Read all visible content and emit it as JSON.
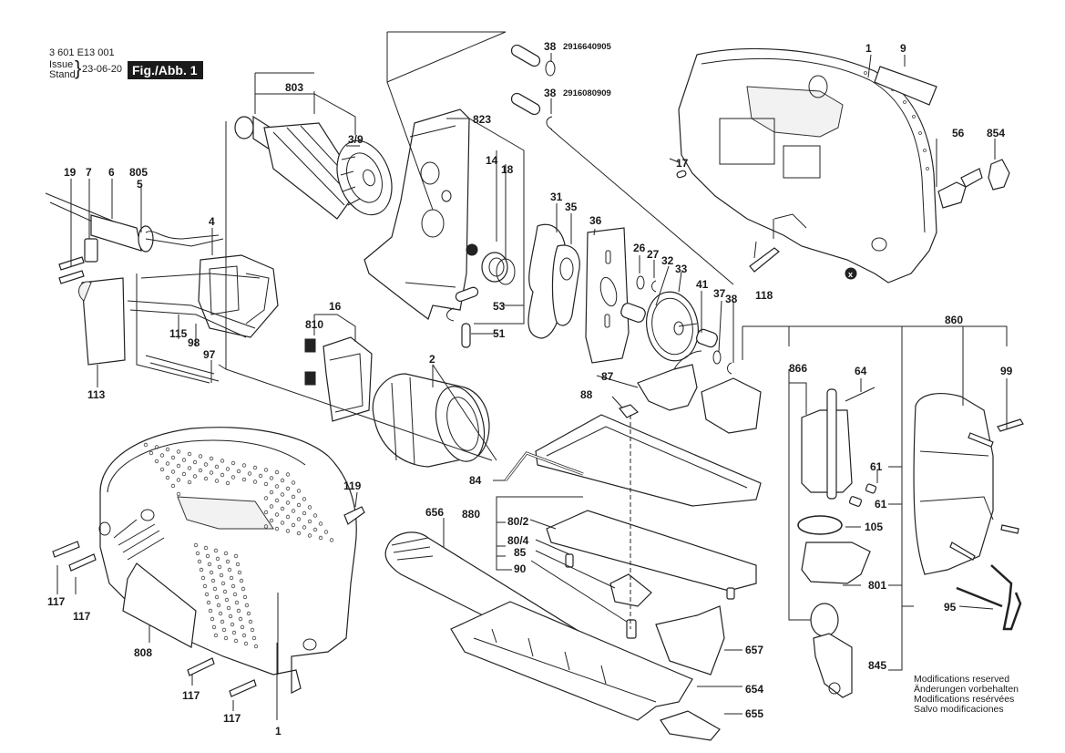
{
  "header": {
    "drawing_number": "3 601 E13 001",
    "issue_label": "Issue",
    "stand_label": "Stand",
    "issue_date": "23-06-20",
    "figure_label": "Fig./Abb. 1"
  },
  "notes": [
    "Modifications reserved",
    "Änderungen vorbehalten",
    "Modifications resérvées",
    "Salvo modificaciones"
  ],
  "part_numbers": {
    "ring_38_a": "2916640905",
    "ring_38_b": "2916080909"
  },
  "callouts": {
    "c803": "803",
    "c3_9": "3/9",
    "c823": "823",
    "c14": "14",
    "c18": "18",
    "c38a": "38",
    "c38b": "38",
    "c38c": "38",
    "c1_top": "1",
    "c9": "9",
    "c56": "56",
    "c854": "854",
    "c17": "17",
    "c118": "118",
    "c19": "19",
    "c7": "7",
    "c6": "6",
    "c805": "805",
    "c5": "5",
    "c4": "4",
    "c115": "115",
    "c98": "98",
    "c97": "97",
    "c113": "113",
    "c16": "16",
    "c810": "810",
    "c2": "2",
    "c53": "53",
    "c51": "51",
    "c31": "31",
    "c35": "35",
    "c36": "36",
    "c26": "26",
    "c27": "27",
    "c32": "32",
    "c33": "33",
    "c41": "41",
    "c37": "37",
    "c87": "87",
    "c88": "88",
    "c860": "860",
    "c866": "866",
    "c64": "64",
    "c99": "99",
    "c61a": "61",
    "c61b": "61",
    "c105": "105",
    "c801": "801",
    "c95": "95",
    "c845": "845",
    "c84": "84",
    "c880": "880",
    "c80_2": "80/2",
    "c80_4": "80/4",
    "c85": "85",
    "c90": "90",
    "c656": "656",
    "c657": "657",
    "c654": "654",
    "c655": "655",
    "c119": "119",
    "c117a": "117",
    "c117b": "117",
    "c117c": "117",
    "c117d": "117",
    "c808": "808",
    "c1_bottom": "1"
  },
  "markers": {
    "x_marker": "x"
  }
}
